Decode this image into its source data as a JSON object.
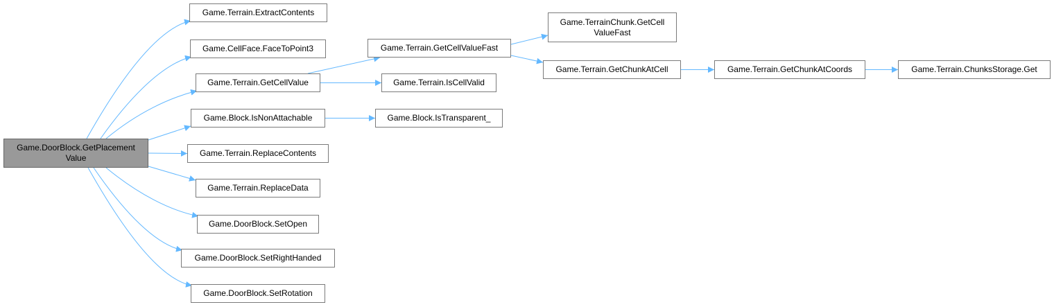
{
  "diagram": {
    "type": "call-graph",
    "edge_color": "#63b8ff",
    "root_fill": "#999999",
    "node_fill": "#ffffff",
    "nodes": [
      {
        "id": "root",
        "label": "Game.DoorBlock.GetPlacement\nValue",
        "root": true
      },
      {
        "id": "extract",
        "label": "Game.Terrain.ExtractContents"
      },
      {
        "id": "facetopoint",
        "label": "Game.CellFace.FaceToPoint3"
      },
      {
        "id": "getcellvalue",
        "label": "Game.Terrain.GetCellValue"
      },
      {
        "id": "isnonattach",
        "label": "Game.Block.IsNonAttachable"
      },
      {
        "id": "replacecontents",
        "label": "Game.Terrain.ReplaceContents"
      },
      {
        "id": "replacedata",
        "label": "Game.Terrain.ReplaceData"
      },
      {
        "id": "setopen",
        "label": "Game.DoorBlock.SetOpen"
      },
      {
        "id": "setright",
        "label": "Game.DoorBlock.SetRightHanded"
      },
      {
        "id": "setrotation",
        "label": "Game.DoorBlock.SetRotation"
      },
      {
        "id": "getcellvaluefast",
        "label": "Game.Terrain.GetCellValueFast"
      },
      {
        "id": "iscellvalid",
        "label": "Game.Terrain.IsCellValid"
      },
      {
        "id": "istransparent",
        "label": "Game.Block.IsTransparent_"
      },
      {
        "id": "chunkgetcell",
        "label": "Game.TerrainChunk.GetCell\nValueFast"
      },
      {
        "id": "getchunkatcell",
        "label": "Game.Terrain.GetChunkAtCell"
      },
      {
        "id": "getchunkatcoords",
        "label": "Game.Terrain.GetChunkAtCoords"
      },
      {
        "id": "chunksstorage",
        "label": "Game.Terrain.ChunksStorage.Get"
      }
    ],
    "edges": [
      [
        "root",
        "extract"
      ],
      [
        "root",
        "facetopoint"
      ],
      [
        "root",
        "getcellvalue"
      ],
      [
        "root",
        "isnonattach"
      ],
      [
        "root",
        "replacecontents"
      ],
      [
        "root",
        "replacedata"
      ],
      [
        "root",
        "setopen"
      ],
      [
        "root",
        "setright"
      ],
      [
        "root",
        "setrotation"
      ],
      [
        "getcellvalue",
        "getcellvaluefast"
      ],
      [
        "getcellvalue",
        "iscellvalid"
      ],
      [
        "isnonattach",
        "istransparent"
      ],
      [
        "getcellvaluefast",
        "chunkgetcell"
      ],
      [
        "getcellvaluefast",
        "getchunkatcell"
      ],
      [
        "getchunkatcell",
        "getchunkatcoords"
      ],
      [
        "getchunkatcoords",
        "chunksstorage"
      ]
    ]
  }
}
